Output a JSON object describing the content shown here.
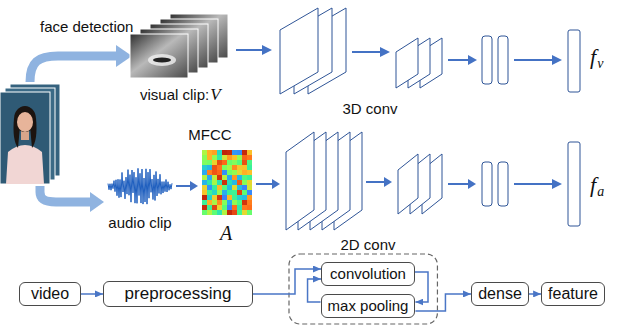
{
  "diagram": {
    "nodes": [
      {
        "text": [
          "video"
        ]
      },
      {
        "text": [
          "preprocessing"
        ]
      },
      {
        "text": [
          "convolution"
        ]
      },
      {
        "text": [
          "max pooling"
        ]
      },
      {
        "text": [
          "dense"
        ]
      },
      {
        "text": [
          "feature"
        ]
      }
    ],
    "edges": [
      {
        "from": 0,
        "to": 1,
        "arrow": "to"
      },
      {
        "from": 1,
        "to": 2,
        "arrow": "to"
      },
      {
        "from": 2,
        "to": 3,
        "arrow": "to"
      },
      {
        "from": 3,
        "to": 2,
        "arrow": "to"
      },
      {
        "from": 3,
        "to": 4,
        "arrow": "to"
      },
      {
        "from": 4,
        "to": 5,
        "arrow": "to"
      }
    ],
    "labels": [
      "face detection",
      "visual clip:",
      "V",
      "3D conv",
      "f",
      "v",
      "MFCC",
      "audio clip",
      "A",
      "2D conv",
      "f",
      "a"
    ]
  }
}
